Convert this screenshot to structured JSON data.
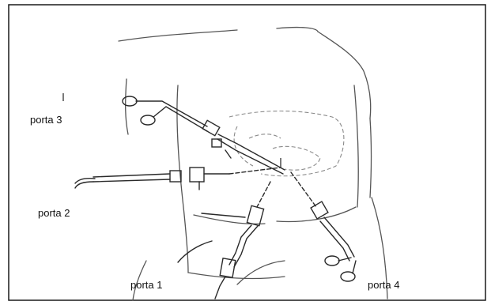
{
  "labels": {
    "porta_1": "porta 1",
    "porta_2": "porta 2",
    "porta_3": "porta 3",
    "porta_4": "porta 4"
  },
  "colors": {
    "frame": "#1a1a1a",
    "outline": "#555555",
    "light_outline": "#8a8a8a",
    "instrument": "#2a2a2a",
    "background": "#ffffff"
  }
}
